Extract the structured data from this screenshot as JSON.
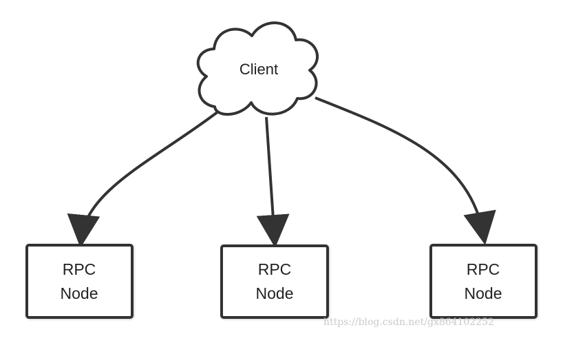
{
  "diagram": {
    "client": {
      "label": "Client",
      "shape": "cloud-icon"
    },
    "nodes": [
      {
        "line1": "RPC",
        "line2": "Node"
      },
      {
        "line1": "RPC",
        "line2": "Node"
      },
      {
        "line1": "RPC",
        "line2": "Node"
      }
    ],
    "edges": [
      {
        "from": "Client",
        "to": "node-1"
      },
      {
        "from": "Client",
        "to": "node-2"
      },
      {
        "from": "Client",
        "to": "node-3"
      }
    ],
    "colors": {
      "stroke": "#333333",
      "text": "#222222",
      "watermark": "#c9c9c9",
      "background": "#ffffff"
    }
  },
  "watermark": {
    "text": "https://blog.csdn.net/gx864102252"
  }
}
